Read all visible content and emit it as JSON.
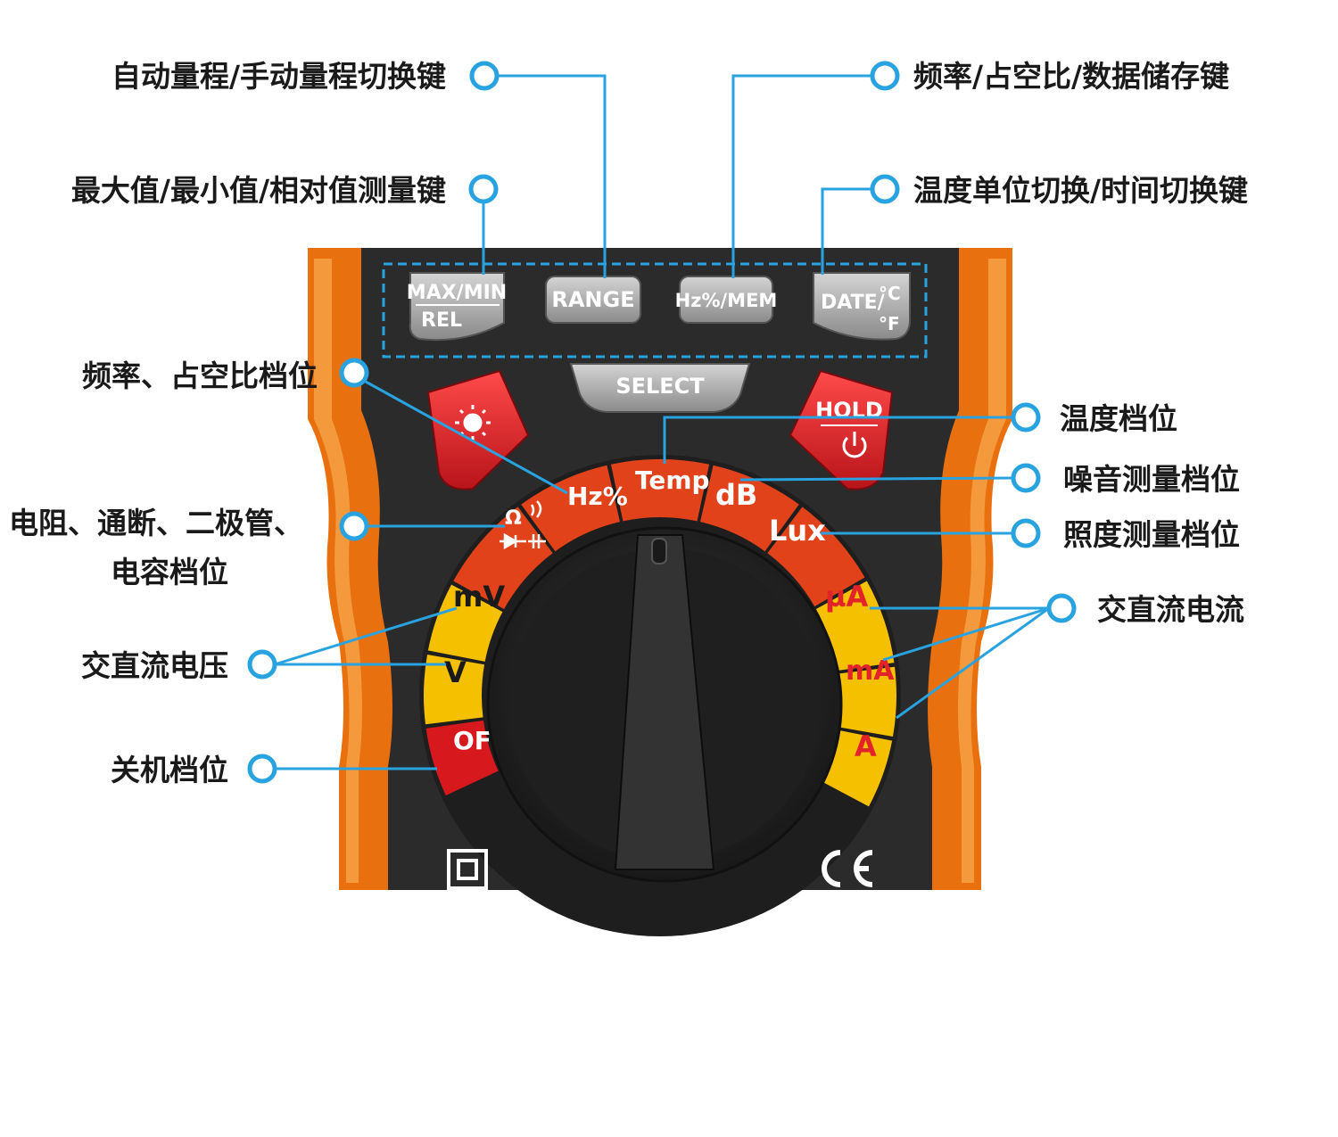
{
  "colors": {
    "accent_blue": "#29a3e0",
    "body_orange": "#e8700f",
    "panel_dark": "#2b2b2b",
    "dial_red": "#e2421a",
    "dial_yellow": "#f5c000",
    "off_red": "#d7191e",
    "button_grey": "#9a9a9a",
    "button_red": "#e2232a"
  },
  "buttons": {
    "max_min": "MAX/MIN",
    "rel": "REL",
    "range": "RANGE",
    "hz_mem": "Hz%/MEM",
    "date": "DATE/",
    "deg_c": "°C",
    "deg_f": "°F",
    "select": "SELECT",
    "hold": "HOLD"
  },
  "icons": {
    "backlight": "sun-icon",
    "power": "power-icon",
    "double_insulation": "double-insulation-icon",
    "ce_mark": "ce-mark-icon"
  },
  "dial": {
    "hz": "Hz%",
    "temp": "Temp",
    "db": "dB",
    "lux": "Lux",
    "ohm": "Ω",
    "ua": "µA",
    "ma": "mA",
    "a": "A",
    "mv": "mV",
    "v": "V",
    "off": "OFF"
  },
  "callouts": {
    "range_key": "自动量程/手动量程切换键",
    "maxmin_key": "最大值/最小值/相对值测量键",
    "hz_key": "频率/占空比/数据储存键",
    "date_key": "温度单位切换/时间切换键",
    "hz_pos": "频率、占空比档位",
    "temp_pos": "温度档位",
    "db_pos": "噪音测量档位",
    "lux_pos": "照度测量档位",
    "res_pos_line1": "电阻、通断、二极管、",
    "res_pos_line2": "电容档位",
    "current_pos": "交直流电流",
    "voltage_pos": "交直流电压",
    "off_pos": "关机档位"
  }
}
